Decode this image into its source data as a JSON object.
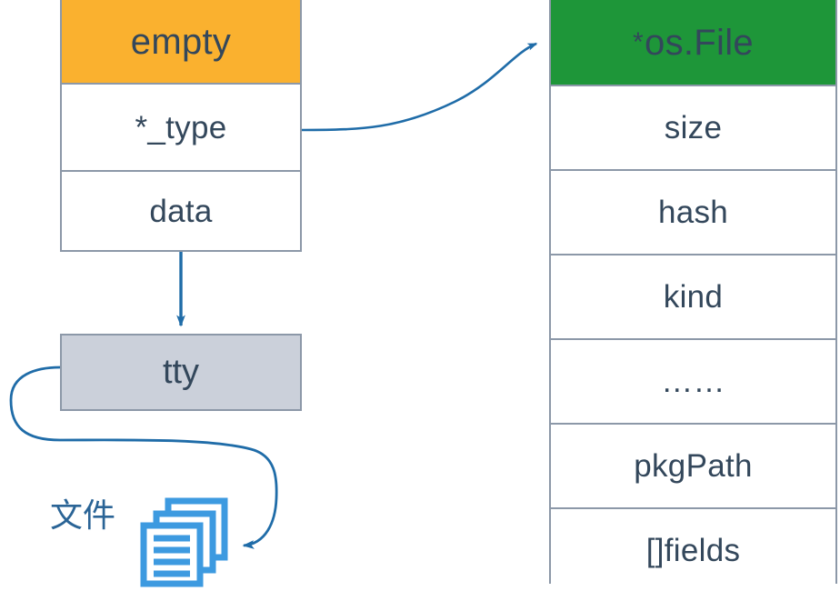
{
  "diagram": {
    "title": "Go empty interface pointing to *os.File type and tty data",
    "colors": {
      "header_orange": "#fab12f",
      "header_green": "#1e9639",
      "box_gray": "#cbd0da",
      "border_gray": "#8c98a8",
      "text_navy": "#33475b",
      "arrow_blue": "#1f6ca8",
      "icon_blue": "#3d9ae0",
      "label_blue": "#2a6496"
    }
  },
  "empty_struct": {
    "header": "empty",
    "rows": [
      {
        "label": "*_type"
      },
      {
        "label": "data"
      }
    ]
  },
  "osfile_struct": {
    "header_star": "*",
    "header": "os.File",
    "rows": [
      {
        "label": "size"
      },
      {
        "label": "hash"
      },
      {
        "label": "kind"
      },
      {
        "label": "……"
      },
      {
        "label": "pkgPath"
      },
      {
        "label": "[]fields"
      }
    ]
  },
  "tty": {
    "label": "tty"
  },
  "file": {
    "label": "文件",
    "icon": "file-stack-icon"
  },
  "arrows": [
    {
      "name": "type-to-osfile",
      "from": "*_type",
      "to": "*os.File"
    },
    {
      "name": "data-to-tty",
      "from": "data",
      "to": "tty"
    },
    {
      "name": "tty-to-file",
      "from": "tty",
      "to": "文件"
    }
  ]
}
